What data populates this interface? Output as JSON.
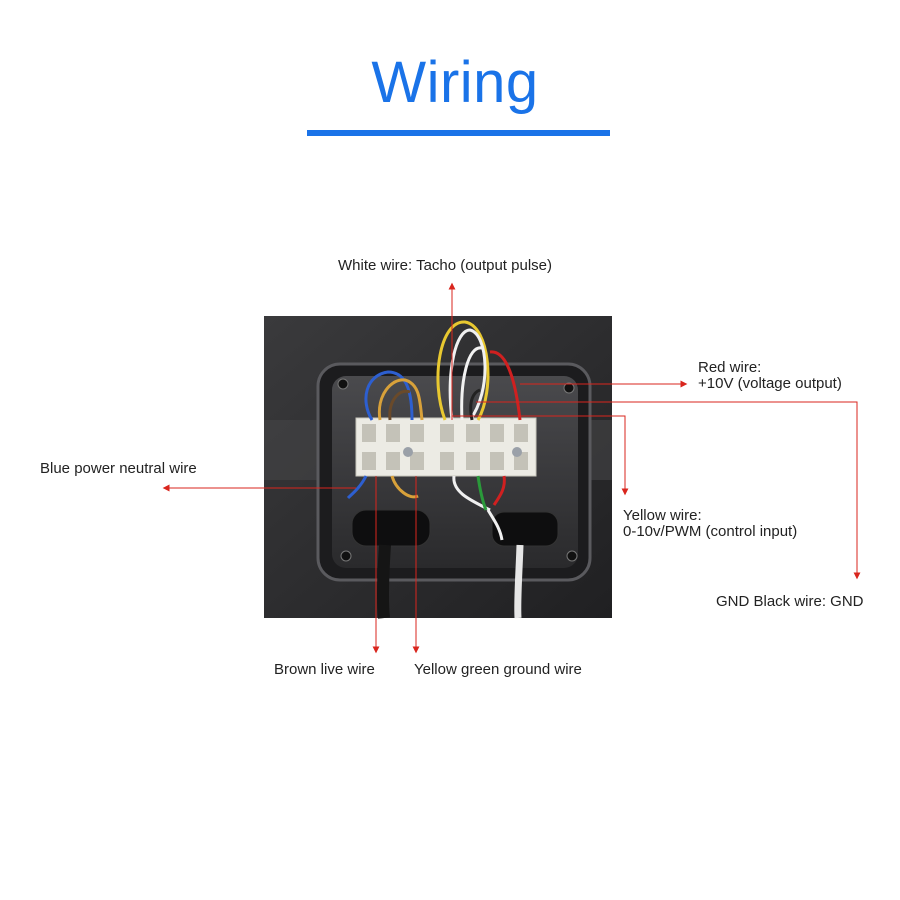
{
  "title": "Wiring",
  "colors": {
    "accent": "#1a73e8",
    "callout": "#d9251d"
  },
  "labels": {
    "white": "White wire: Tacho (output pulse)",
    "red_l1": "Red wire:",
    "red_l2": "+10V (voltage output)",
    "blue": "Blue power neutral wire",
    "yellow_l1": "Yellow wire:",
    "yellow_l2": "0-10v/PWM (control input)",
    "gnd": "GND Black wire: GND",
    "brown": "Brown live wire",
    "ground": "Yellow green ground wire"
  }
}
